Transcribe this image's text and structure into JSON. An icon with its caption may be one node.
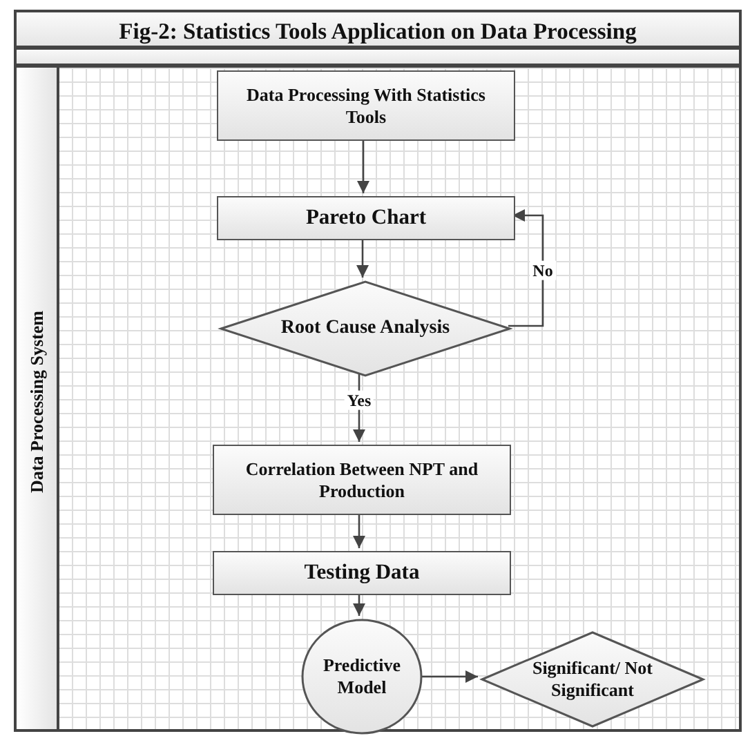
{
  "diagram": {
    "title": "Fig-2: Statistics Tools Application on Data Processing",
    "nodes": [
      {
        "text": [
          "Data Processing System"
        ]
      },
      {
        "text": [
          "Data Processing With Statistics Tools"
        ],
        "in": 0
      },
      {
        "text": [
          "Pareto Chart"
        ],
        "in": 0
      },
      {
        "text": [
          "Root Cause Analysis"
        ],
        "in": 0
      },
      {
        "text": [
          "Correlation Between NPT and Production"
        ],
        "in": 0
      },
      {
        "text": [
          "Testing Data"
        ],
        "in": 0
      },
      {
        "text": [
          "Predictive Model"
        ],
        "in": 0
      },
      {
        "text": [
          "Significant/ Not Significant"
        ],
        "in": 0
      }
    ],
    "edges": [
      {
        "from": 1,
        "to": 2,
        "arrow": "to"
      },
      {
        "from": 2,
        "to": 3,
        "arrow": "to"
      },
      {
        "from": 3,
        "to": 2,
        "arrow": "to",
        "label": "No"
      },
      {
        "from": 3,
        "to": 4,
        "arrow": "to",
        "label": "Yes"
      },
      {
        "from": 4,
        "to": 5,
        "arrow": "to"
      },
      {
        "from": 5,
        "to": 6,
        "arrow": "to"
      },
      {
        "from": 6,
        "to": 7,
        "arrow": "to"
      }
    ]
  }
}
